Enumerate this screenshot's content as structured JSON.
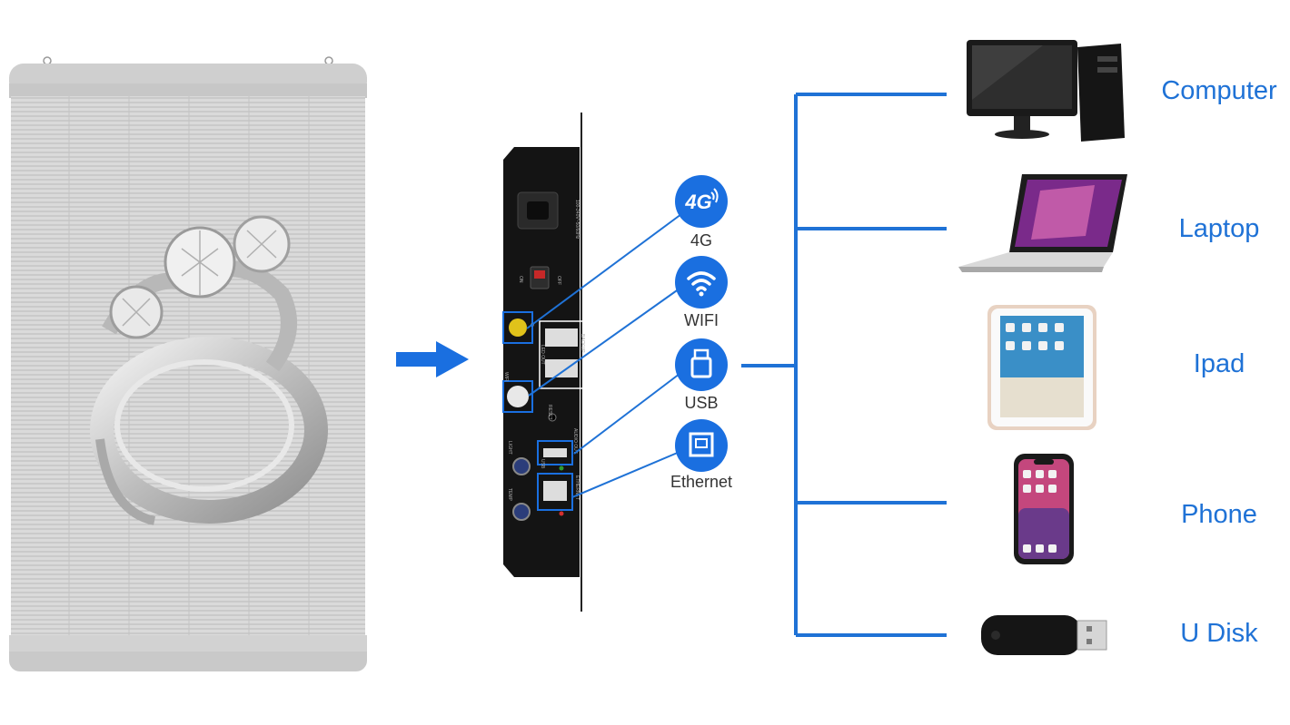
{
  "colors": {
    "accent": "#1f72d6",
    "line": "#1f72d6",
    "controller": "#111111",
    "panel": "#d7d7d7"
  },
  "features": [
    {
      "label": "4G",
      "icon": "4g-icon",
      "icon_text": "4G"
    },
    {
      "label": "WIFI",
      "icon": "wifi-icon"
    },
    {
      "label": "USB",
      "icon": "usb-icon"
    },
    {
      "label": "Ethernet",
      "icon": "ethernet-icon"
    }
  ],
  "devices": [
    {
      "label": "Computer",
      "icon": "computer-icon"
    },
    {
      "label": "Laptop",
      "icon": "laptop-icon"
    },
    {
      "label": "Ipad",
      "icon": "tablet-icon"
    },
    {
      "label": "Phone",
      "icon": "phone-icon"
    },
    {
      "label": "U Disk",
      "icon": "usb-drive-icon"
    }
  ],
  "controller_ports": {
    "on": "ON",
    "off": "OFF",
    "power_rating": "100-240V~50/60Hz",
    "g": "G",
    "wifi": "WIFI",
    "led_out": "LED OUT",
    "backup": "BACKUP",
    "reset": "RESET",
    "usb": "USB",
    "audio_out": "AUDIO OUT",
    "light": "LIGHT",
    "temp": "TEMP",
    "ethernet": "ETHERNET"
  }
}
